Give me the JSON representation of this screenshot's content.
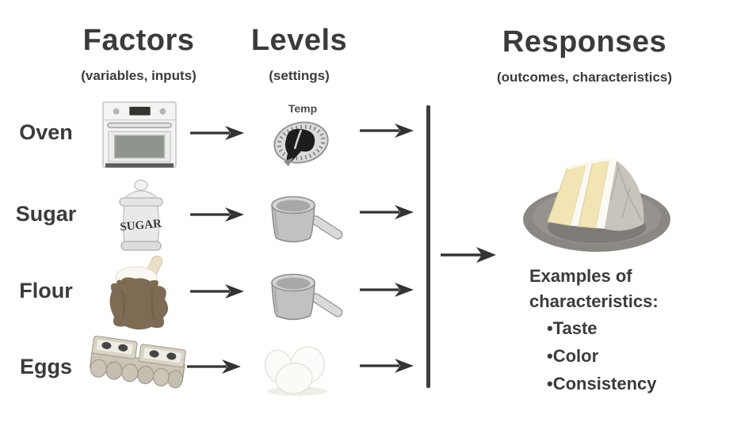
{
  "headers": {
    "factors": {
      "title": "Factors",
      "subtitle": "(variables, inputs)"
    },
    "levels": {
      "title": "Levels",
      "subtitle": "(settings)"
    },
    "responses": {
      "title": "Responses",
      "subtitle": "(outcomes, characteristics)"
    }
  },
  "rows": [
    {
      "label": "Oven",
      "factor_icon": "oven-icon",
      "level_icon": "temperature-dial-icon",
      "level_text": "Temp"
    },
    {
      "label": "Sugar",
      "factor_icon": "sugar-jar-icon",
      "level_icon": "measuring-cup-icon",
      "jar_text": "SUGAR"
    },
    {
      "label": "Flour",
      "factor_icon": "flour-bag-icon",
      "level_icon": "measuring-cup-icon"
    },
    {
      "label": "Eggs",
      "factor_icon": "egg-carton-icon",
      "level_icon": "eggs-icon"
    }
  ],
  "response": {
    "icon": "cake-slice-icon",
    "caption_line1": "Examples of",
    "caption_line2": "characteristics:",
    "bullet_glyph": "•",
    "bullets": [
      "Taste",
      "Color",
      "Consistency"
    ]
  },
  "colors": {
    "text": "#3b3b3b",
    "arrow": "#333333",
    "divider": "#3e3e3e",
    "background": "#ffffff",
    "cake_layer": "#f2e4b4",
    "plate": "#8b8884"
  }
}
